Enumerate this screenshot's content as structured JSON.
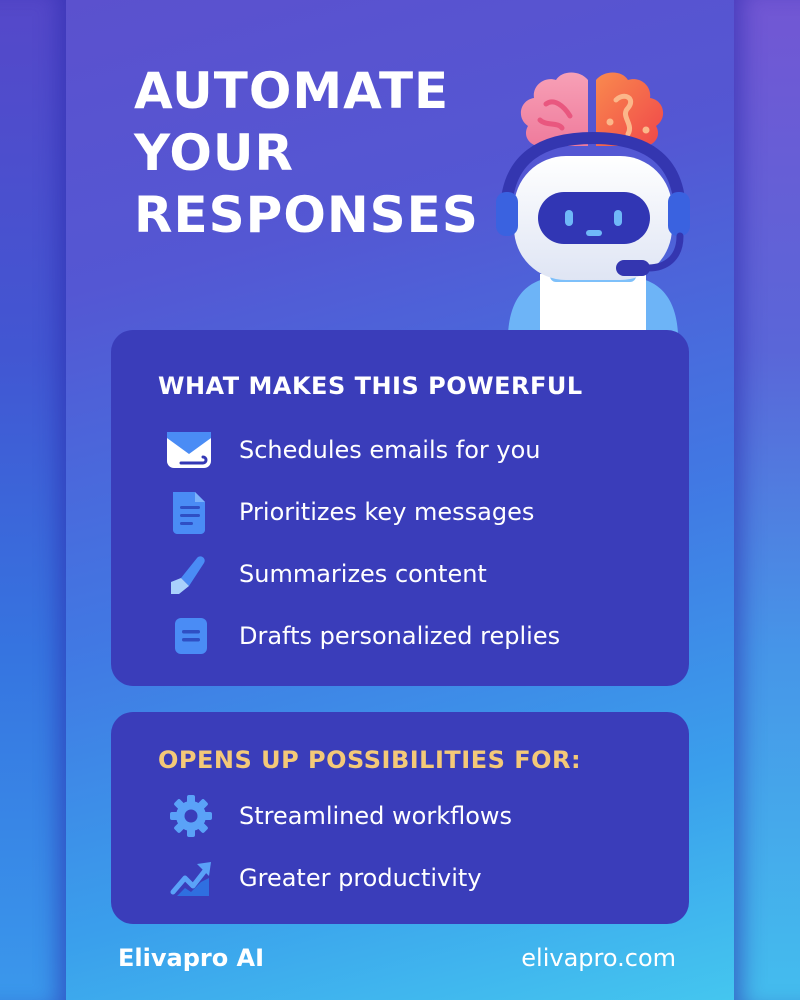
{
  "headline": {
    "lines": [
      "AUTOMATE",
      "YOUR",
      "RESPONSES"
    ]
  },
  "illustration": {
    "subject": "robot-with-headset-and-brain",
    "brain_left_color": "#f28aa6",
    "brain_right_color": "#f6604a",
    "head_color": "#ffffff",
    "visor_color": "#3338b5",
    "headset_color": "#3a52d6"
  },
  "features_card": {
    "title": "WHAT MAKES THIS POWERFUL",
    "items": [
      {
        "icon": "envelope-icon",
        "label": "Schedules emails for you"
      },
      {
        "icon": "document-icon",
        "label": "Prioritizes key messages"
      },
      {
        "icon": "pencil-icon",
        "label": "Summarizes content"
      },
      {
        "icon": "note-icon",
        "label": "Drafts personalized replies"
      }
    ]
  },
  "possibilities_card": {
    "title": "OPENS UP POSSIBILITIES FOR:",
    "items": [
      {
        "icon": "gear-icon",
        "label": "Streamlined workflows"
      },
      {
        "icon": "trending-up-icon",
        "label": "Greater productivity"
      }
    ]
  },
  "footer": {
    "brand": "Elivapro AI",
    "website": "elivapro.com"
  },
  "colors": {
    "card_bg": "#3a3dba",
    "accent_title": "#f4c978",
    "icon_blue": "#4a8cf5"
  }
}
